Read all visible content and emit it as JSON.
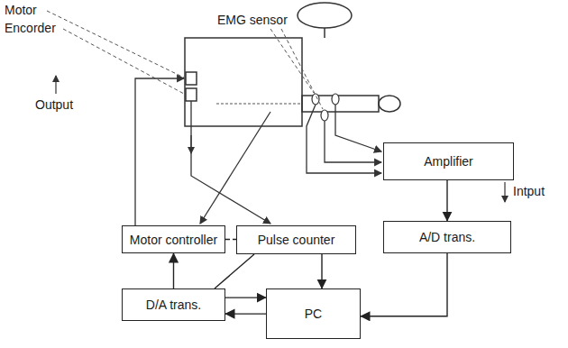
{
  "diagram": {
    "nodes": [
      {
        "text": [
          "Amplifier"
        ]
      },
      {
        "text": [
          "Motor controller"
        ]
      },
      {
        "text": [
          "Pulse counter"
        ]
      },
      {
        "text": [
          "A/D trans."
        ]
      },
      {
        "text": [
          "D/A trans."
        ]
      },
      {
        "text": [
          "PC"
        ]
      }
    ],
    "edges": [
      {
        "from": 0,
        "to": 3,
        "arrow": "to"
      },
      {
        "from": 3,
        "to": 5,
        "arrow": "to"
      },
      {
        "from": 5,
        "to": 4,
        "arrow": "to"
      },
      {
        "from": 4,
        "to": 5,
        "arrow": "to"
      },
      {
        "from": 4,
        "to": 1,
        "arrow": "to"
      },
      {
        "from": 2,
        "to": 5,
        "arrow": "to"
      },
      {
        "from": 1,
        "to": 2,
        "arrow": "none"
      },
      {
        "from": 2,
        "to": 4,
        "arrow": "none"
      }
    ],
    "labels": [
      "Motor",
      "Encorder",
      "EMG sensor",
      "Output",
      "Intput"
    ]
  }
}
